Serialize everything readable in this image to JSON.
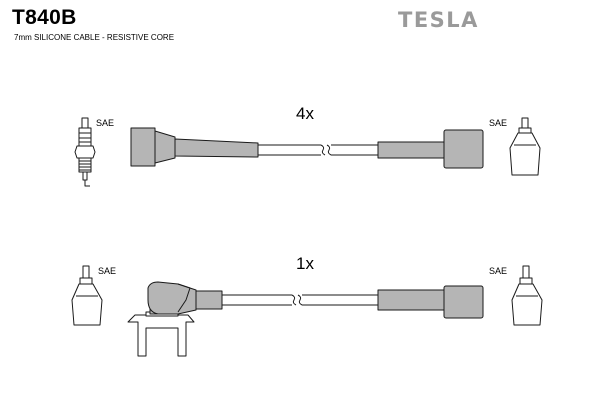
{
  "header": {
    "part_number": "T840B",
    "subtitle": "7mm SILICONE CABLE - RESISTIVE CORE",
    "brand": "TESLA"
  },
  "cable_top": {
    "quantity": "4x",
    "left_terminal": "SAE",
    "right_terminal": "SAE"
  },
  "cable_bottom": {
    "quantity": "1x",
    "left_terminal": "SAE",
    "right_terminal": "SAE"
  },
  "colors": {
    "boot_fill": "#b5b5b5",
    "outline": "#1a1a1a",
    "brand": "#9a9a9a"
  }
}
